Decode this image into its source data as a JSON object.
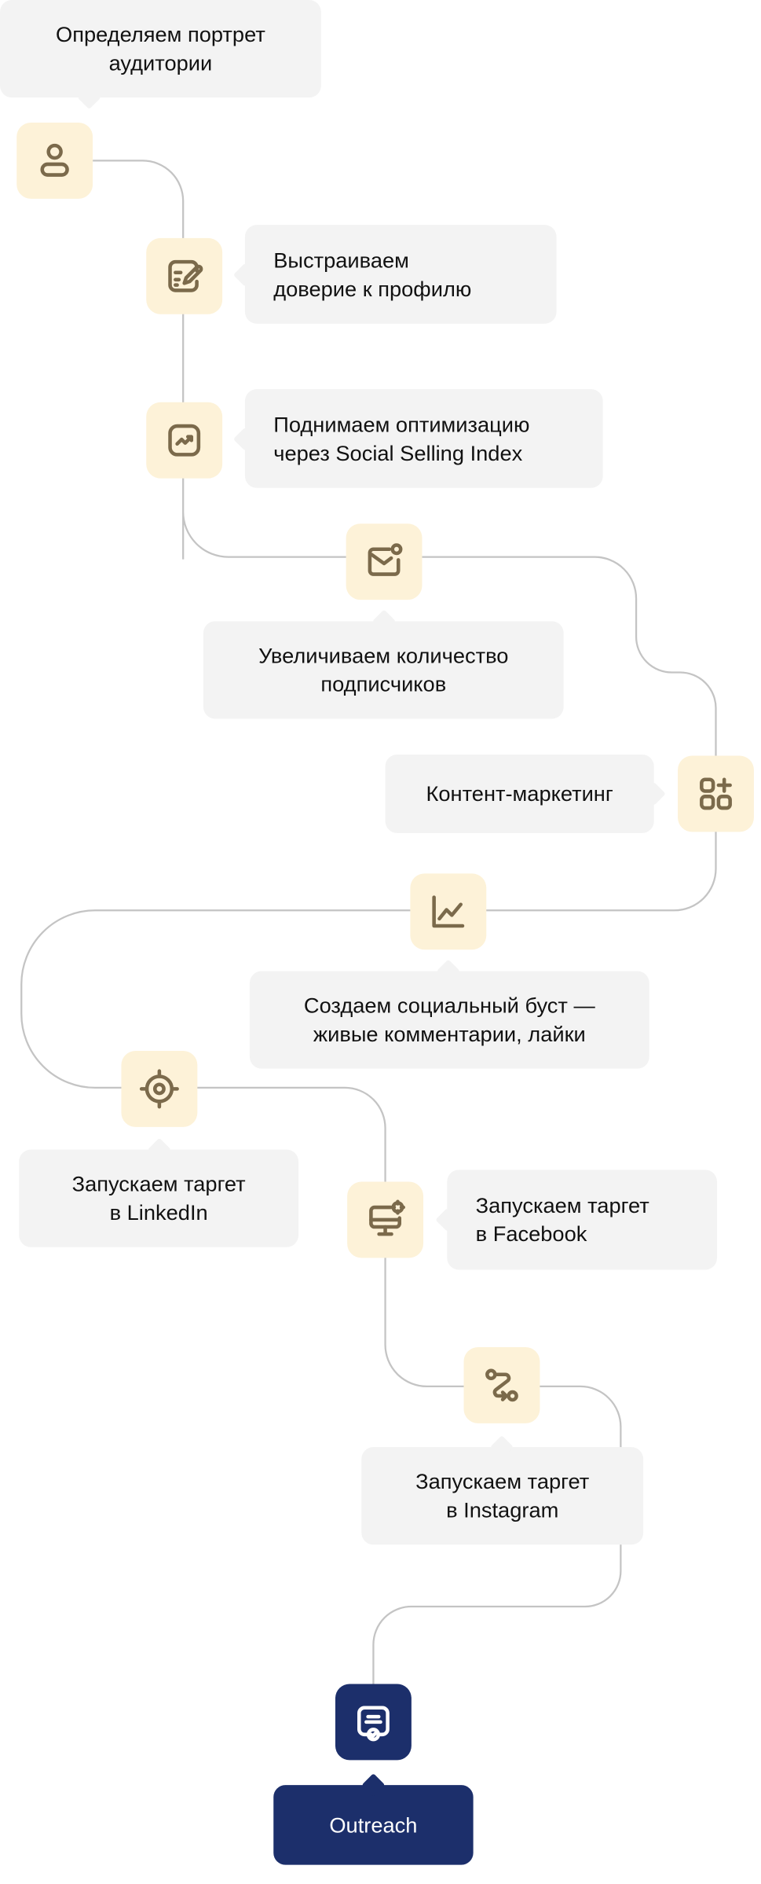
{
  "steps": [
    {
      "label": "Определяем портрет\nаудитории",
      "icon": "user-icon"
    },
    {
      "label": "Выстраиваем\nдоверие к профилю",
      "icon": "edit-note-icon"
    },
    {
      "label": "Поднимаем оптимизацию\nчерез Social Selling Index",
      "icon": "trending-up-icon"
    },
    {
      "label": "Увеличиваем количество\nподписчиков",
      "icon": "mail-notification-icon"
    },
    {
      "label": "Контент-маркетинг",
      "icon": "apps-add-icon"
    },
    {
      "label": "Создаем социальный буст —\nживые комментарии, лайки",
      "icon": "line-chart-icon"
    },
    {
      "label": "Запускаем таргет\nв LinkedIn",
      "icon": "target-icon"
    },
    {
      "label": "Запускаем таргет\nв Facebook",
      "icon": "monitor-target-icon"
    },
    {
      "label": "Запускаем таргет\nв Instagram",
      "icon": "route-icon"
    },
    {
      "label": "Outreach",
      "icon": "message-verified-icon"
    }
  ],
  "colors": {
    "bubble": "#f3f3f3",
    "icon_bg": "#fdf2d8",
    "icon_stroke": "#7b6a4b",
    "accent": "#1c2f6b",
    "connector": "#c4c4c4"
  }
}
